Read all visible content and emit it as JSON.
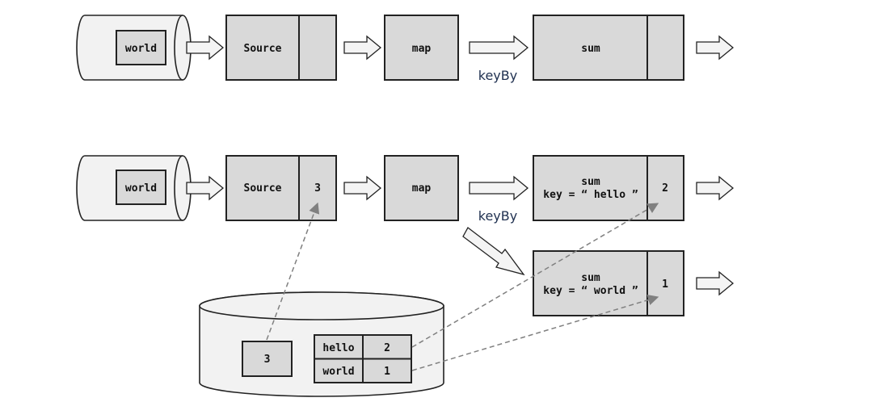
{
  "row1": {
    "queue_label": "world",
    "source_label": "Source",
    "source_state": "",
    "map_label": "map",
    "edge_label": "keyBy",
    "sum_label": "sum",
    "sum_state": ""
  },
  "row2": {
    "queue_label": "world",
    "source_label": "Source",
    "source_state": "3",
    "map_label": "map",
    "edge_label": "keyBy",
    "sum_hello": {
      "line1": "sum",
      "line2": "key = “ hello ”",
      "state": "2"
    },
    "sum_world": {
      "line1": "sum",
      "line2": "key = “ world ”",
      "state": "1"
    }
  },
  "store": {
    "offset": "3",
    "table": [
      {
        "key": "hello",
        "value": "2"
      },
      {
        "key": "world",
        "value": "1"
      }
    ]
  },
  "colors": {
    "box_fill": "#d9d9d9",
    "cylinder_fill": "#f2f2f2",
    "arrow_fill": "#f4f4f4",
    "dashed_line": "#808080",
    "keyby_text": "#1f3050"
  }
}
